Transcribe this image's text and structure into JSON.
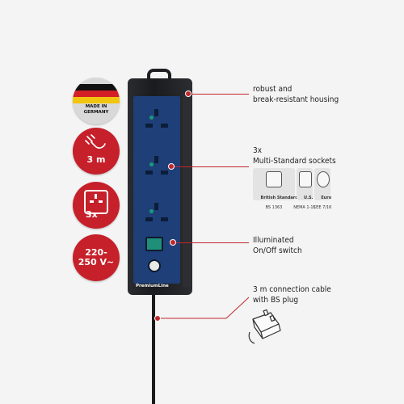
{
  "badges": {
    "made_in_line1": "MADE IN",
    "made_in_line2": "GERMANY",
    "cable_length": "3 m",
    "socket_count": "3x",
    "voltage_line1": "220-",
    "voltage_line2": "250 V~"
  },
  "callouts": {
    "housing": "robust and\nbreak-resistant housing",
    "sockets": "3x\nMulti-Standard sockets",
    "switch": "Illuminated\nOn/Off switch",
    "cable": "3 m connection cable\nwith BS plug"
  },
  "socket_types": [
    {
      "name": "British Standard",
      "sub": "BS 1363"
    },
    {
      "name": "U.S.",
      "sub": "NEMA 1-15"
    },
    {
      "name": "Euro",
      "sub": "CEE 7/16"
    }
  ],
  "product": {
    "brand_label": "PremiumLine"
  },
  "colors": {
    "accent_red": "#c6202a",
    "housing_black": "#1d1f22",
    "panel_blue": "#1f3f78",
    "switch_green": "#1f8f7a"
  }
}
